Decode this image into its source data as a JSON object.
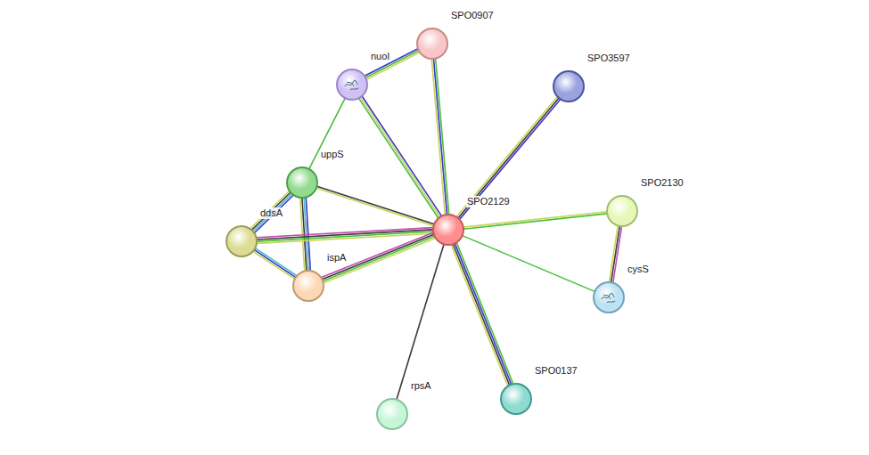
{
  "diagram": {
    "nodes": [
      {
        "text": [
          "SPO0907"
        ]
      },
      {
        "text": [
          "nuoI"
        ]
      },
      {
        "text": [
          "SPO3597"
        ]
      },
      {
        "text": [
          "uppS"
        ]
      },
      {
        "text": [
          "SPO2130"
        ]
      },
      {
        "text": [
          "SPO2129"
        ]
      },
      {
        "text": [
          "ddsA"
        ]
      },
      {
        "text": [
          "ispA"
        ]
      },
      {
        "text": [
          "cysS"
        ]
      },
      {
        "text": [
          "SPO0137"
        ]
      },
      {
        "text": [
          "rpsA"
        ]
      }
    ],
    "edges": [
      {
        "from": 1,
        "to": 0,
        "arrow": "none"
      },
      {
        "from": 1,
        "to": 5,
        "arrow": "none"
      },
      {
        "from": 0,
        "to": 5,
        "arrow": "none"
      },
      {
        "from": 2,
        "to": 5,
        "arrow": "none"
      },
      {
        "from": 1,
        "to": 3,
        "arrow": "none"
      },
      {
        "from": 3,
        "to": 5,
        "arrow": "none"
      },
      {
        "from": 3,
        "to": 6,
        "arrow": "none"
      },
      {
        "from": 3,
        "to": 7,
        "arrow": "none"
      },
      {
        "from": 6,
        "to": 7,
        "arrow": "none"
      },
      {
        "from": 6,
        "to": 5,
        "arrow": "none"
      },
      {
        "from": 7,
        "to": 5,
        "arrow": "none"
      },
      {
        "from": 4,
        "to": 5,
        "arrow": "none"
      },
      {
        "from": 4,
        "to": 8,
        "arrow": "none"
      },
      {
        "from": 5,
        "to": 8,
        "arrow": "none"
      },
      {
        "from": 5,
        "to": 10,
        "arrow": "none"
      },
      {
        "from": 5,
        "to": 9,
        "arrow": "none"
      }
    ]
  }
}
